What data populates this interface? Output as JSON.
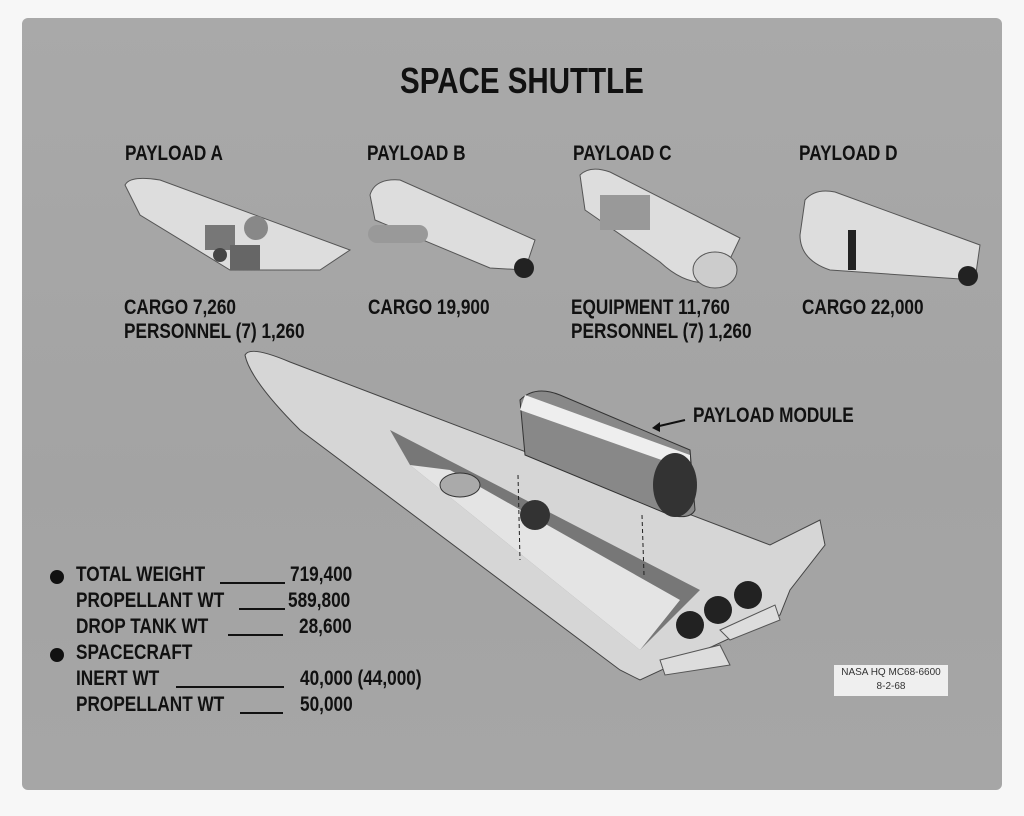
{
  "title": "SPACE SHUTTLE",
  "payloads": [
    {
      "label": "PAYLOAD A",
      "lines": [
        "CARGO 7,260",
        "PERSONNEL (7) 1,260"
      ]
    },
    {
      "label": "PAYLOAD B",
      "lines": [
        "CARGO 19,900"
      ]
    },
    {
      "label": "PAYLOAD C",
      "lines": [
        "EQUIPMENT 11,760",
        "PERSONNEL (7) 1,260"
      ]
    },
    {
      "label": "PAYLOAD D",
      "lines": [
        "CARGO 22,000"
      ]
    }
  ],
  "callout": "PAYLOAD MODULE",
  "stats": [
    {
      "bullet": true,
      "label": "TOTAL WEIGHT",
      "value": "719,400"
    },
    {
      "bullet": false,
      "label": "PROPELLANT WT",
      "value": "589,800"
    },
    {
      "bullet": false,
      "label": "DROP TANK WT",
      "value": "28,600"
    },
    {
      "bullet": true,
      "label": "SPACECRAFT",
      "value": ""
    },
    {
      "bullet": false,
      "label": "INERT WT",
      "value": "40,000 (44,000)"
    },
    {
      "bullet": false,
      "label": "PROPELLANT WT",
      "value": "50,000"
    }
  ],
  "photo_tag": {
    "id": "NASA HQ MC68-6600",
    "date": "8-2-68"
  }
}
